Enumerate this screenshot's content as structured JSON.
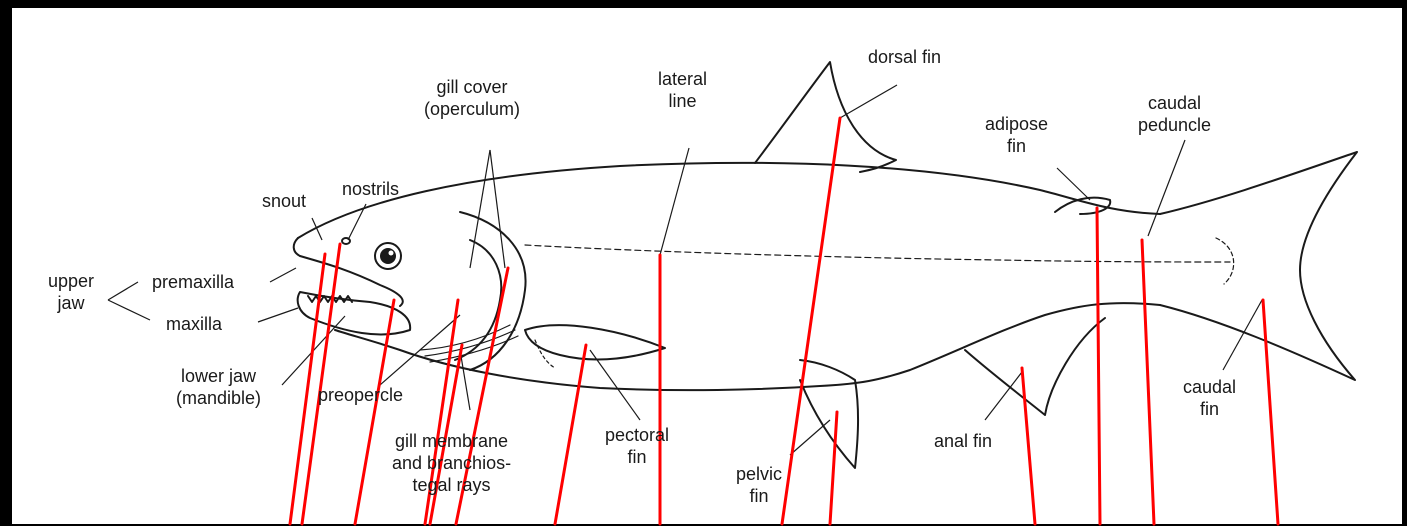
{
  "labels": {
    "dorsal_fin": "dorsal fin",
    "gill_cover_1": "gill cover",
    "gill_cover_2": "(operculum)",
    "lateral_line_1": "lateral",
    "lateral_line_2": "line",
    "adipose_fin_1": "adipose",
    "adipose_fin_2": "fin",
    "caudal_peduncle_1": "caudal",
    "caudal_peduncle_2": "peduncle",
    "nostrils": "nostrils",
    "snout": "snout",
    "upper_jaw": "upper",
    "jaw": "jaw",
    "premaxilla": "premaxilla",
    "maxilla": "maxilla",
    "lower_jaw_1": "lower jaw",
    "lower_jaw_2": "(mandible)",
    "preopercle": "preopercle",
    "gill_membrane_1": "gill membrane",
    "gill_membrane_2": "and branchios-",
    "gill_membrane_3": "tegal rays",
    "pectoral_fin_1": "pectoral",
    "pectoral_fin_2": "fin",
    "pelvic_fin_1": "pelvic",
    "pelvic_fin_2": "fin",
    "anal_fin": "anal fin",
    "caudal_fin_1": "caudal",
    "caudal_fin_2": "fin"
  },
  "colors": {
    "frame": "#000000",
    "paper": "#ffffff",
    "ink": "#1a1a1a",
    "marker": "#ff0000"
  }
}
